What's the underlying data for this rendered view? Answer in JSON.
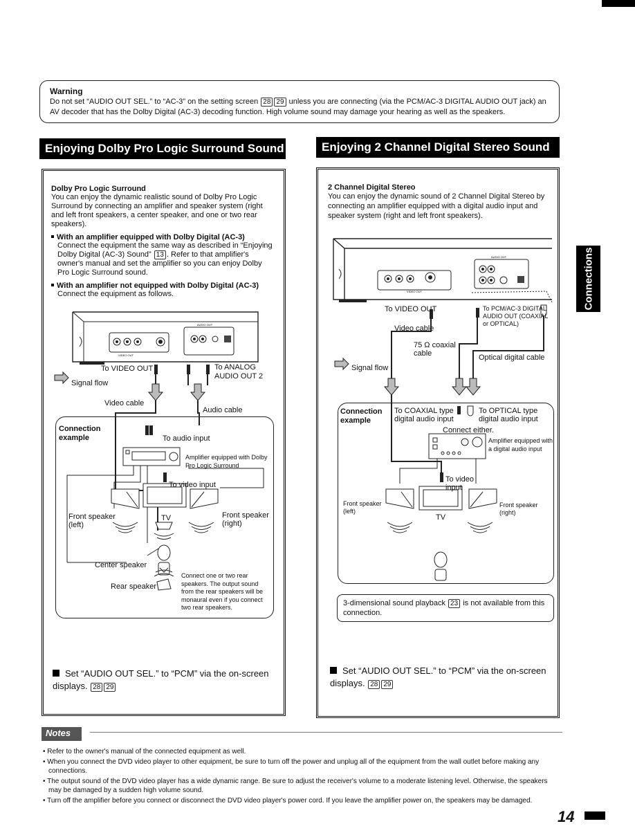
{
  "warning": {
    "title": "Warning",
    "text_before": "Do not set “AUDIO OUT SEL.” to “AC-3” on the setting screen",
    "ref_a": "28",
    "ref_b": "29",
    "text_after": "unless you are connecting (via the PCM/AC-3 DIGITAL AUDIO OUT jack) an AV decoder that has the Dolby Digital (AC-3) decoding function. High volume sound may damage your hearing as well as the speakers."
  },
  "left": {
    "banner": "Enjoying Dolby Pro Logic Surround Sound",
    "heading": "Dolby Pro Logic Surround",
    "intro": "You can enjoy the dynamic realistic sound of Dolby Pro Logic Surround by connecting an amplifier and speaker system (right and left front speakers, a center speaker, and one or two rear speakers).",
    "b1_title": "With an amplifier equipped with Dolby Digital (AC-3)",
    "b1_text_a": "Connect the equipment the same way as described in “Enjoying Dolby Digital (AC-3) Sound”",
    "b1_ref": "13",
    "b1_text_b": ". Refer to that amplifier's owner's manual and set the amplifier so you can enjoy Dolby Pro Logic Surround sound.",
    "b2_title": "With an amplifier not equipped with Dolby Digital (AC-3)",
    "b2_text": "Connect the equipment as follows.",
    "diagram": {
      "to_video_out": "To VIDEO OUT",
      "to_analog": "To ANALOG AUDIO OUT 2",
      "signal_flow": "Signal flow",
      "video_cable": "Video cable",
      "audio_cable": "Audio cable",
      "connection_example": "Connection example",
      "to_audio_input": "To audio input",
      "amp_label": "Amplifier equipped with Dolby Pro Logic Surround",
      "to_video_input": "To video input",
      "front_left": "Front speaker (left)",
      "tv": "TV",
      "front_right": "Front speaker (right)",
      "center": "Center speaker",
      "rear": "Rear speaker",
      "rear_note": "Connect one or two rear speakers. The output sound from the rear speakers will be monaural even if you connect two rear speakers.",
      "video_out_tiny": "VIDEO OUT",
      "audio_out_tiny": "AUDIO OUT"
    },
    "set_text": "Set “AUDIO OUT SEL.” to “PCM” via the on-screen displays.",
    "set_ref_a": "28",
    "set_ref_b": "29"
  },
  "right": {
    "banner": "Enjoying 2 Channel Digital Stereo Sound",
    "heading": "2 Channel Digital Stereo",
    "intro": "You can enjoy the dynamic sound of 2 Channel Digital Stereo by connecting an amplifier equipped with a digital audio input and speaker system (right and left front speakers).",
    "diagram": {
      "to_video_out": "To VIDEO OUT",
      "to_pcm": "To PCM/AC-3 DIGITAL AUDIO OUT (COAXIAL or OPTICAL)",
      "video_cable": "Video cable",
      "coaxial_cable": "75 Ω coaxial cable",
      "optical_cable": "Optical digital cable",
      "signal_flow": "Signal flow",
      "connection_example": "Connection example",
      "to_coaxial": "To COAXIAL type digital audio input",
      "to_optical": "To OPTICAL type digital audio input",
      "connect_either": "Connect either.",
      "amp_label": "Amplifier equipped with a digital audio input",
      "to_video_input": "To video input",
      "front_left": "Front speaker (left)",
      "tv": "TV",
      "front_right": "Front speaker (right)",
      "video_out_tiny": "VIDEO OUT",
      "audio_out_tiny": "AUDIO OUT"
    },
    "note_a": "3-dimensional sound playback",
    "note_ref": "23",
    "note_b": "is not available from this connection.",
    "set_text": "Set “AUDIO OUT SEL.” to “PCM” via the on-screen displays.",
    "set_ref_a": "28",
    "set_ref_b": "29"
  },
  "side_tab": "Connections",
  "notes": {
    "label": "Notes",
    "items": [
      "Refer to the owner's manual of the connected equipment as well.",
      "When you connect the DVD video player to other equipment, be sure to turn off the power and unplug all of the equipment from the wall outlet before making any connections.",
      "The output sound of the DVD video player has a wide dynamic range. Be sure to adjust the receiver's volume to a moderate listening level. Otherwise, the speakers may be damaged by a sudden high volume sound.",
      "Turn off the amplifier before you connect or disconnect the DVD video player's power cord. If you leave the amplifier power on, the speakers may be damaged."
    ]
  },
  "page_number": "14"
}
